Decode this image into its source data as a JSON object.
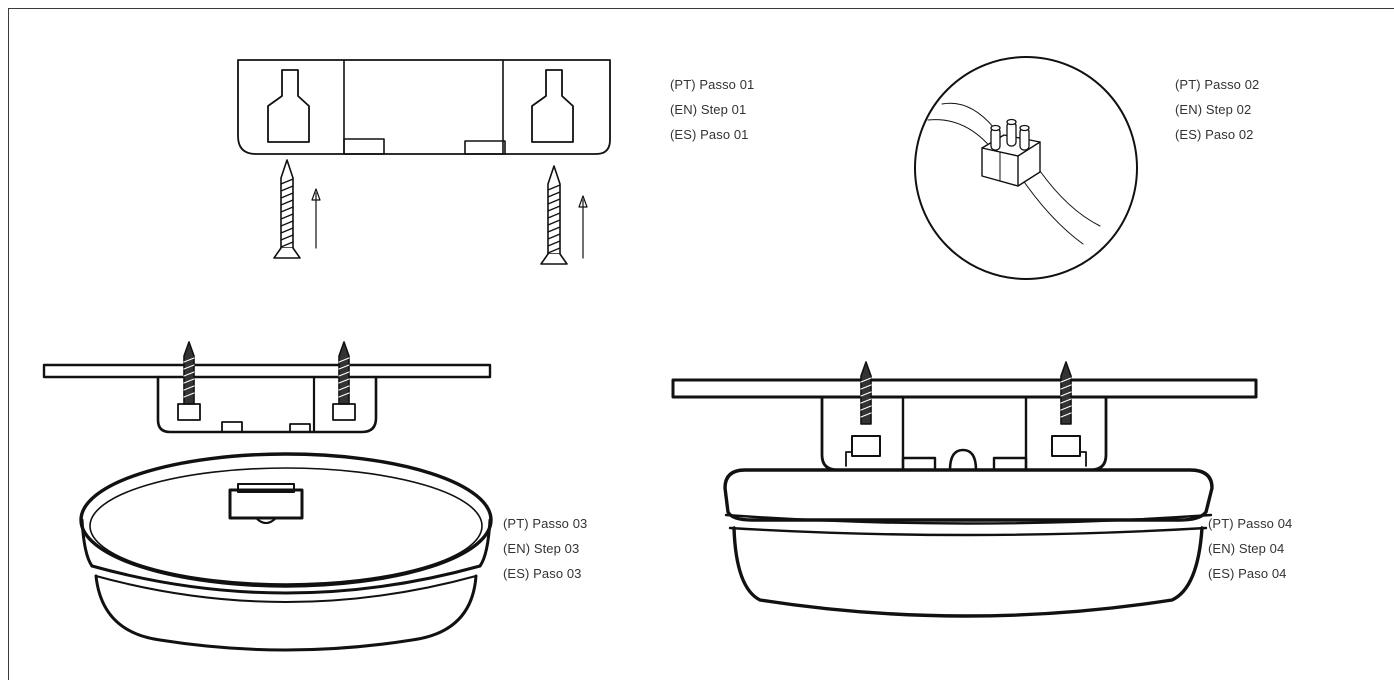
{
  "steps": [
    {
      "pt": "(PT) Passo 01",
      "en": "(EN) Step 01",
      "es": "(ES) Paso 01"
    },
    {
      "pt": "(PT) Passo 02",
      "en": "(EN) Step 02",
      "es": "(ES) Paso 02"
    },
    {
      "pt": "(PT) Passo 03",
      "en": "(EN) Step 03",
      "es": "(ES) Paso 03"
    },
    {
      "pt": "(PT) Passo 04",
      "en": "(EN) Step 04",
      "es": "(ES) Paso 04"
    }
  ],
  "colors": {
    "line": "#111111",
    "text": "#333333",
    "frame": "#3a3a3a"
  }
}
